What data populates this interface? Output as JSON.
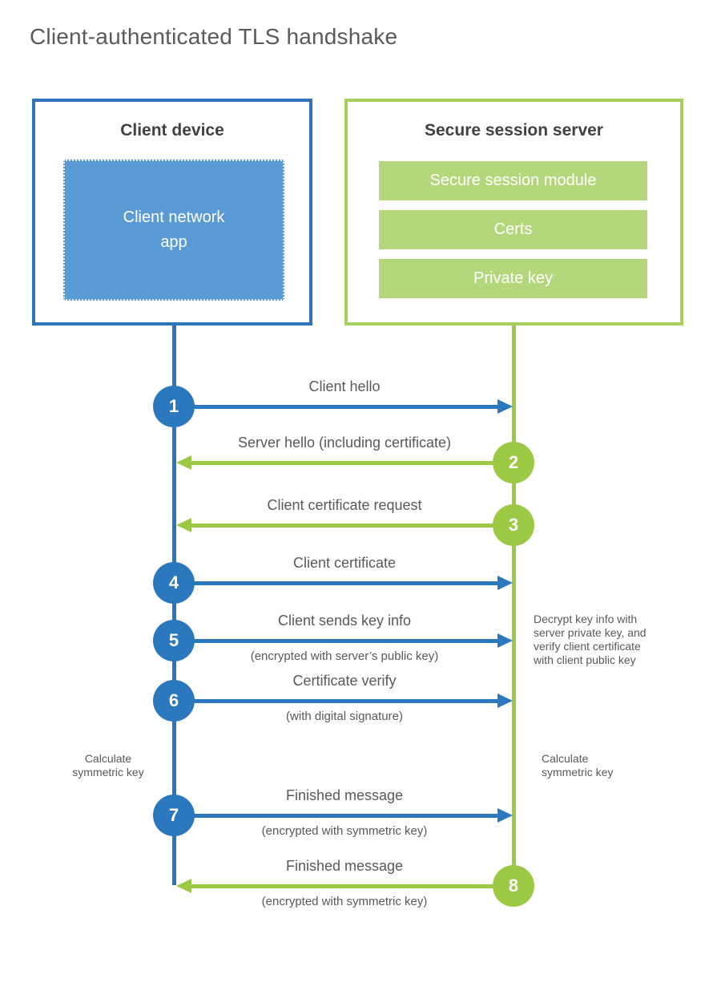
{
  "title": "Client-authenticated TLS handshake",
  "colors": {
    "blue_accent": "#2B78BE",
    "blue_box_border": "#2E74B8",
    "blue_fill": "#5B9BD5",
    "green_accent": "#9BC943",
    "green_box_border": "#A6CF5B",
    "green_fill": "#B5D77C",
    "label_gray": "#58595B",
    "heading_gray": "#414042"
  },
  "client_box": {
    "title": "Client device",
    "app_label": "Client network\napp"
  },
  "server_box": {
    "title": "Secure session server",
    "modules": [
      "Secure session module",
      "Certs",
      "Private key"
    ]
  },
  "steps": [
    {
      "num": "1",
      "label": "Client hello",
      "sub": ""
    },
    {
      "num": "2",
      "label": "Server hello (including certificate)",
      "sub": ""
    },
    {
      "num": "3",
      "label": "Client certificate request",
      "sub": ""
    },
    {
      "num": "4",
      "label": "Client certificate",
      "sub": ""
    },
    {
      "num": "5",
      "label": "Client sends key info",
      "sub": "(encrypted with server’s public key)"
    },
    {
      "num": "6",
      "label": "Certificate verify",
      "sub": "(with digital signature)"
    },
    {
      "num": "7",
      "label": "Finished message",
      "sub": "(encrypted with symmetric key)"
    },
    {
      "num": "8",
      "label": "Finished message",
      "sub": "(encrypted with symmetric key)"
    }
  ],
  "annotations": {
    "server_note": "Decrypt key info with\nserver private key, and\nverify client certificate\nwith client public key",
    "client_calc": "Calculate\nsymmetric key",
    "server_calc": "Calculate\nsymmetric key"
  }
}
